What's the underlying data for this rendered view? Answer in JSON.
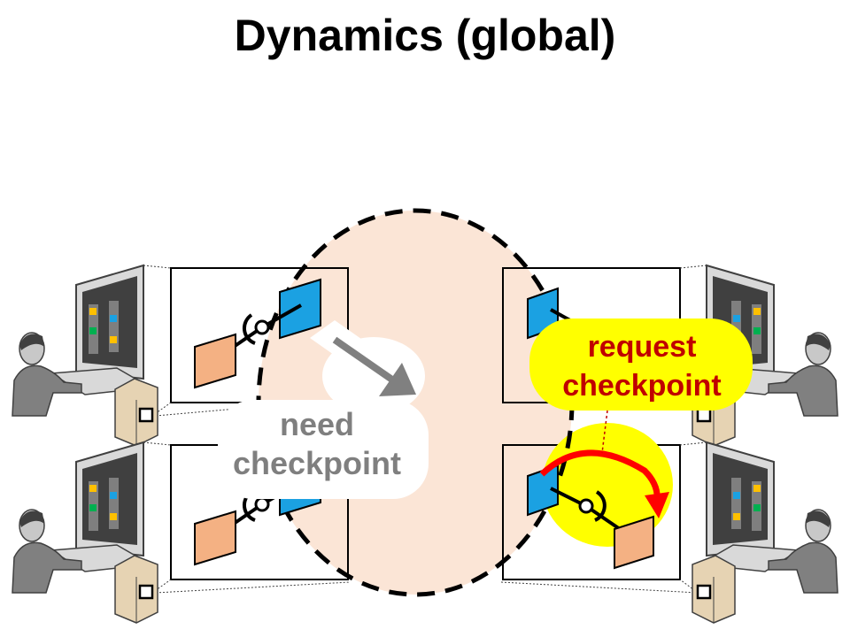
{
  "title": "Dynamics (global)",
  "labels": {
    "need_checkpoint": [
      "need",
      "checkpoint"
    ],
    "request_checkpoint": [
      "request",
      "checkpoint"
    ]
  },
  "colors": {
    "region_fill": "#fbe5d6",
    "flag_blue": "#1ba1e2",
    "flag_orange": "#f4b183",
    "highlight_yellow": "#ffff00",
    "arrow_red": "#ff0000",
    "request_text": "#c00000",
    "need_text": "#7f7f7f",
    "arrow_gray": "#808080"
  },
  "icons": [
    "user-at-workstation-icon",
    "tower-pc-icon",
    "robot-arm-icon"
  ]
}
